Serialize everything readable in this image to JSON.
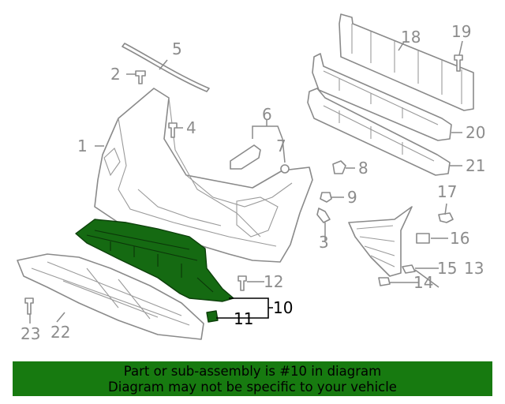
{
  "callouts": {
    "c1": "1",
    "c2": "2",
    "c3": "3",
    "c4": "4",
    "c5": "5",
    "c6": "6",
    "c7": "7",
    "c8": "8",
    "c9": "9",
    "c10": "10",
    "c11": "11",
    "c12": "12",
    "c13": "13",
    "c14": "14",
    "c15": "15",
    "c16": "16",
    "c17": "17",
    "c18": "18",
    "c19": "19",
    "c20": "20",
    "c21": "21",
    "c22": "22",
    "c23": "23"
  },
  "highlighted_part": "10",
  "colors": {
    "highlight": "#156a12",
    "banner_bg": "#177a10",
    "line_art": "#8a8a8a",
    "callout_text": "#8c8c8c"
  },
  "banner": {
    "line1": "Part or sub-assembly is #10 in diagram",
    "line2": "Diagram may not be specific to your vehicle"
  }
}
